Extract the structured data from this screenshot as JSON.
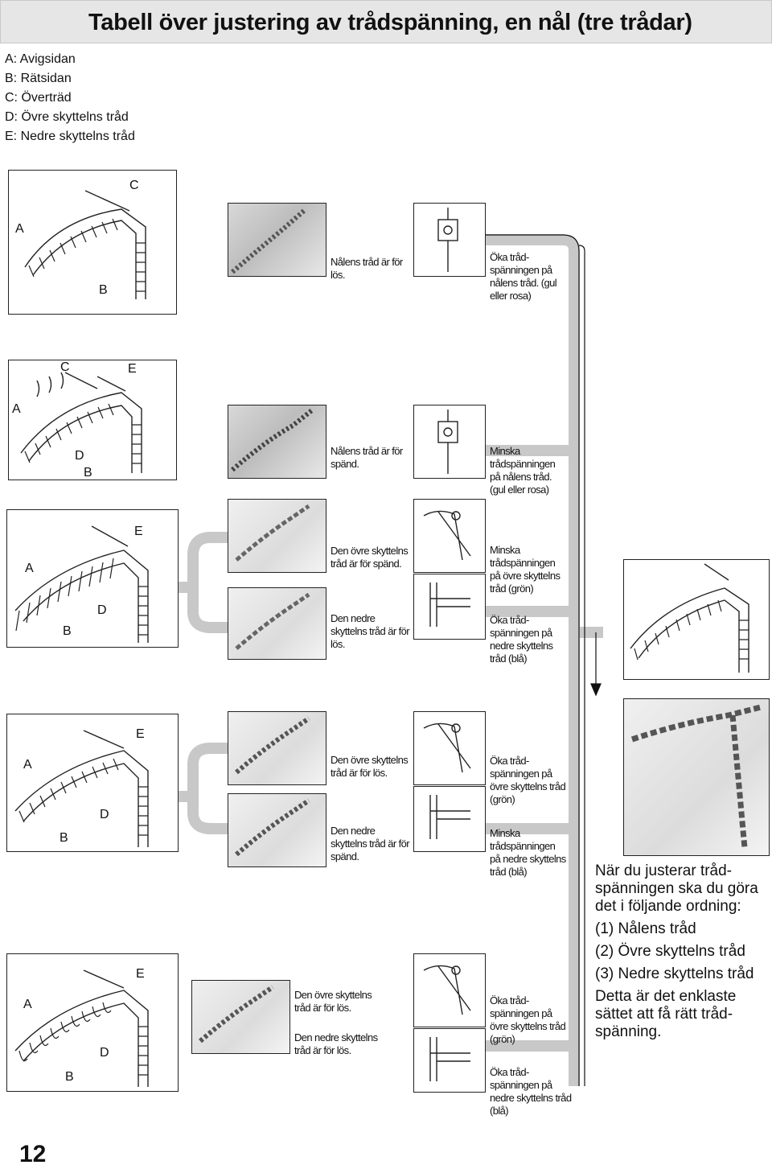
{
  "page": {
    "title": "Tabell över justering av trådspänning, en nål (tre trådar)",
    "page_number": "12"
  },
  "legend": [
    "A:  Avigsidan",
    "B:  Rätsidan",
    "C:  Överträd",
    "D:  Övre skyttelns tråd",
    "E:  Nedre skyttelns tråd"
  ],
  "rows": [
    {
      "labels": {
        "a": "A",
        "b": "B",
        "c": "C"
      },
      "problem": [
        "Nålens tråd är för",
        "lös."
      ],
      "fix": [
        "Öka tråd-",
        "spänningen på",
        "nålens tråd. (gul",
        "eller rosa)"
      ]
    },
    {
      "labels": {
        "a": "A",
        "b": "B",
        "c": "C",
        "d": "D",
        "e": "E"
      },
      "problem": [
        "Nålens tråd är för",
        "spänd."
      ],
      "fix": [
        "Minska",
        "trådspänningen",
        "på nålens tråd.",
        "(gul eller rosa)"
      ]
    },
    {
      "labels": {
        "a": "A",
        "b": "B",
        "d": "D",
        "e": "E"
      },
      "problem1": [
        "Den övre skyttelns",
        "tråd är för spänd."
      ],
      "problem2": [
        "Den nedre",
        "skyttelns tråd är för",
        "lös."
      ],
      "fix1": [
        "Minska",
        "trådspänningen",
        "på övre skyttelns",
        "tråd (grön)"
      ],
      "fix2": [
        "Öka tråd-",
        "spänningen på",
        "nedre skyttelns",
        "tråd (blå)"
      ]
    },
    {
      "labels": {
        "a": "A",
        "b": "B",
        "d": "D",
        "e": "E"
      },
      "problem1": [
        "Den övre skyttelns",
        "tråd är för lös."
      ],
      "problem2": [
        "Den nedre",
        "skyttelns tråd är för",
        "spänd."
      ],
      "fix1": [
        "Öka tråd-",
        "spänningen på",
        "övre skyttelns tråd",
        "(grön)"
      ],
      "fix2": [
        "Minska",
        "trådspänningen",
        "på nedre skyttelns",
        "tråd (blå)"
      ]
    },
    {
      "labels": {
        "a": "A",
        "b": "B",
        "d": "D",
        "e": "E"
      },
      "problem1": [
        "Den övre skyttelns",
        "tråd är för lös."
      ],
      "problem2": [
        "Den nedre skyttelns",
        "tråd är för lös."
      ],
      "fix1": [
        "Öka tråd-",
        "spänningen på",
        "övre skyttelns tråd",
        "(grön)"
      ],
      "fix2": [
        "Öka tråd-",
        "spänningen på",
        "nedre skyttelns tråd",
        "(blå)"
      ]
    }
  ],
  "order": {
    "intro": "När du justerar tråd-spänningen ska du göra det i följande ordning:",
    "steps": [
      "(1) Nålens tråd",
      "(2) Övre skyttelns tråd",
      "(3) Nedre skyttelns tråd"
    ],
    "outro": "Detta är det enklaste sättet att få rätt tråd-spänning."
  }
}
